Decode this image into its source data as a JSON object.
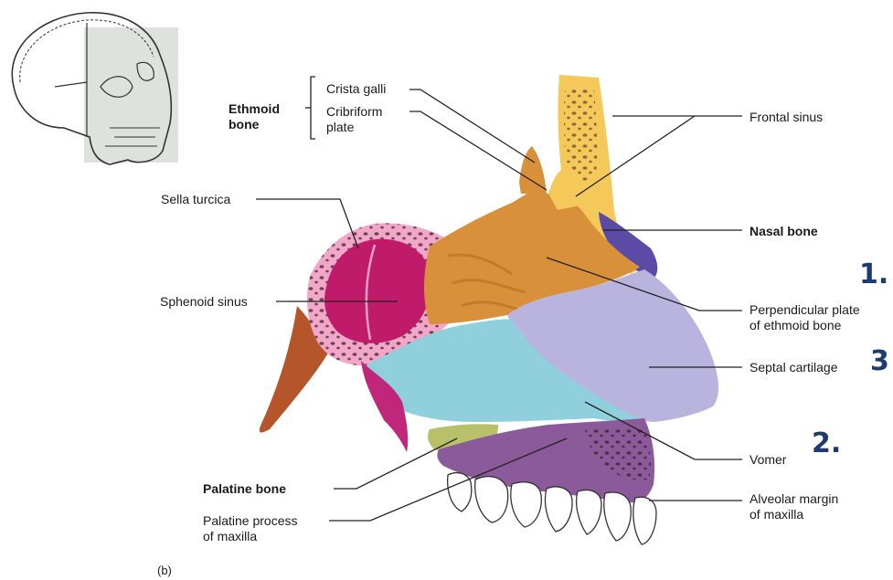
{
  "figure": {
    "panel_tag": "(b)",
    "ethmoid_group": "Ethmoid\nbone",
    "labels": {
      "crista_galli": "Crista galli",
      "cribriform_plate": "Cribriform\nplate",
      "frontal_sinus": "Frontal sinus",
      "sella_turcica": "Sella turcica",
      "nasal_bone": "Nasal bone",
      "sphenoid_sinus": "Sphenoid sinus",
      "perpendicular_plate": "Perpendicular plate\nof ethmoid bone",
      "septal_cartilage": "Septal cartilage",
      "vomer": "Vomer",
      "palatine_bone": "Palatine bone",
      "alveolar_margin": "Alveolar margin\nof maxilla",
      "palatine_process": "Palatine process\nof maxilla"
    },
    "markers": {
      "m1": "1.",
      "m2": "2.",
      "m3": "3"
    },
    "colors": {
      "ethmoid": "#d9903a",
      "frontal": "#f4c95a",
      "nasal_bone": "#5b4aa6",
      "sphenoid_sinus": "#c01a6a",
      "sphenoid_bone": "#f2a6c8",
      "septal_cartilage": "#b9b4de",
      "vomer": "#8fd0dc",
      "maxilla": "#8b5a9a",
      "palatine": "#b9c06a",
      "occipital": "#b4552a",
      "teeth": "#ffffff",
      "marker_text": "#1e3a73"
    }
  }
}
